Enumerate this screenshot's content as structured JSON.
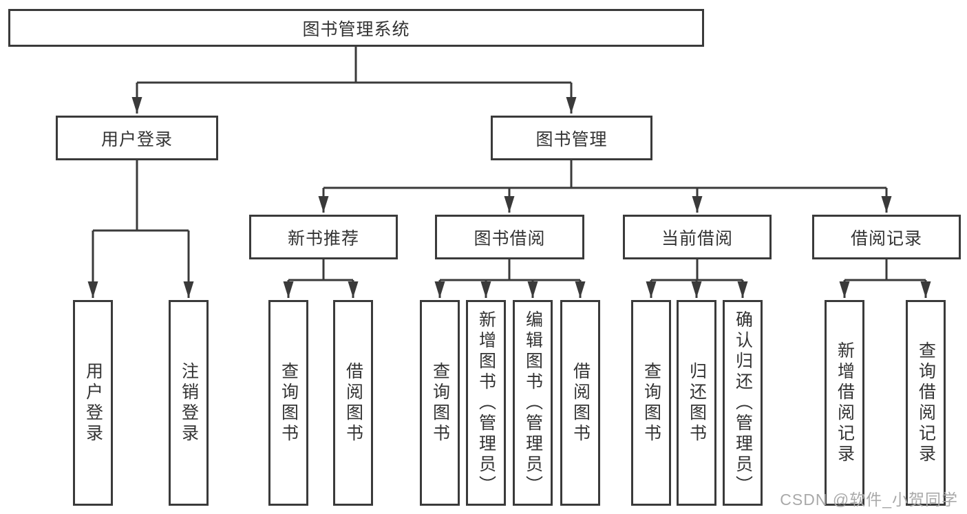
{
  "diagram": {
    "tree": {
      "label": "图书管理系统",
      "children": [
        {
          "label": "用户登录",
          "children": [
            {
              "label": "用户登录"
            },
            {
              "label": "注销登录"
            }
          ]
        },
        {
          "label": "图书管理",
          "children": [
            {
              "label": "新书推荐",
              "children": [
                {
                  "label": "查询图书"
                },
                {
                  "label": "借阅图书"
                }
              ]
            },
            {
              "label": "图书借阅",
              "children": [
                {
                  "label": "查询图书"
                },
                {
                  "label": "新增图书（管理员）"
                },
                {
                  "label": "编辑图书（管理员）"
                },
                {
                  "label": "借阅图书"
                }
              ]
            },
            {
              "label": "当前借阅",
              "children": [
                {
                  "label": "查询图书"
                },
                {
                  "label": "归还图书"
                },
                {
                  "label": "确认归还（管理员）"
                }
              ]
            },
            {
              "label": "借阅记录",
              "children": [
                {
                  "label": "新增借阅记录"
                },
                {
                  "label": "查询借阅记录"
                }
              ]
            }
          ]
        }
      ]
    }
  },
  "watermark": {
    "text": "CSDN @软件_小贺同学"
  },
  "colors": {
    "line": "#3a3a3a",
    "text": "#333333",
    "watermark": "#a9a9a9",
    "background": "#ffffff"
  }
}
